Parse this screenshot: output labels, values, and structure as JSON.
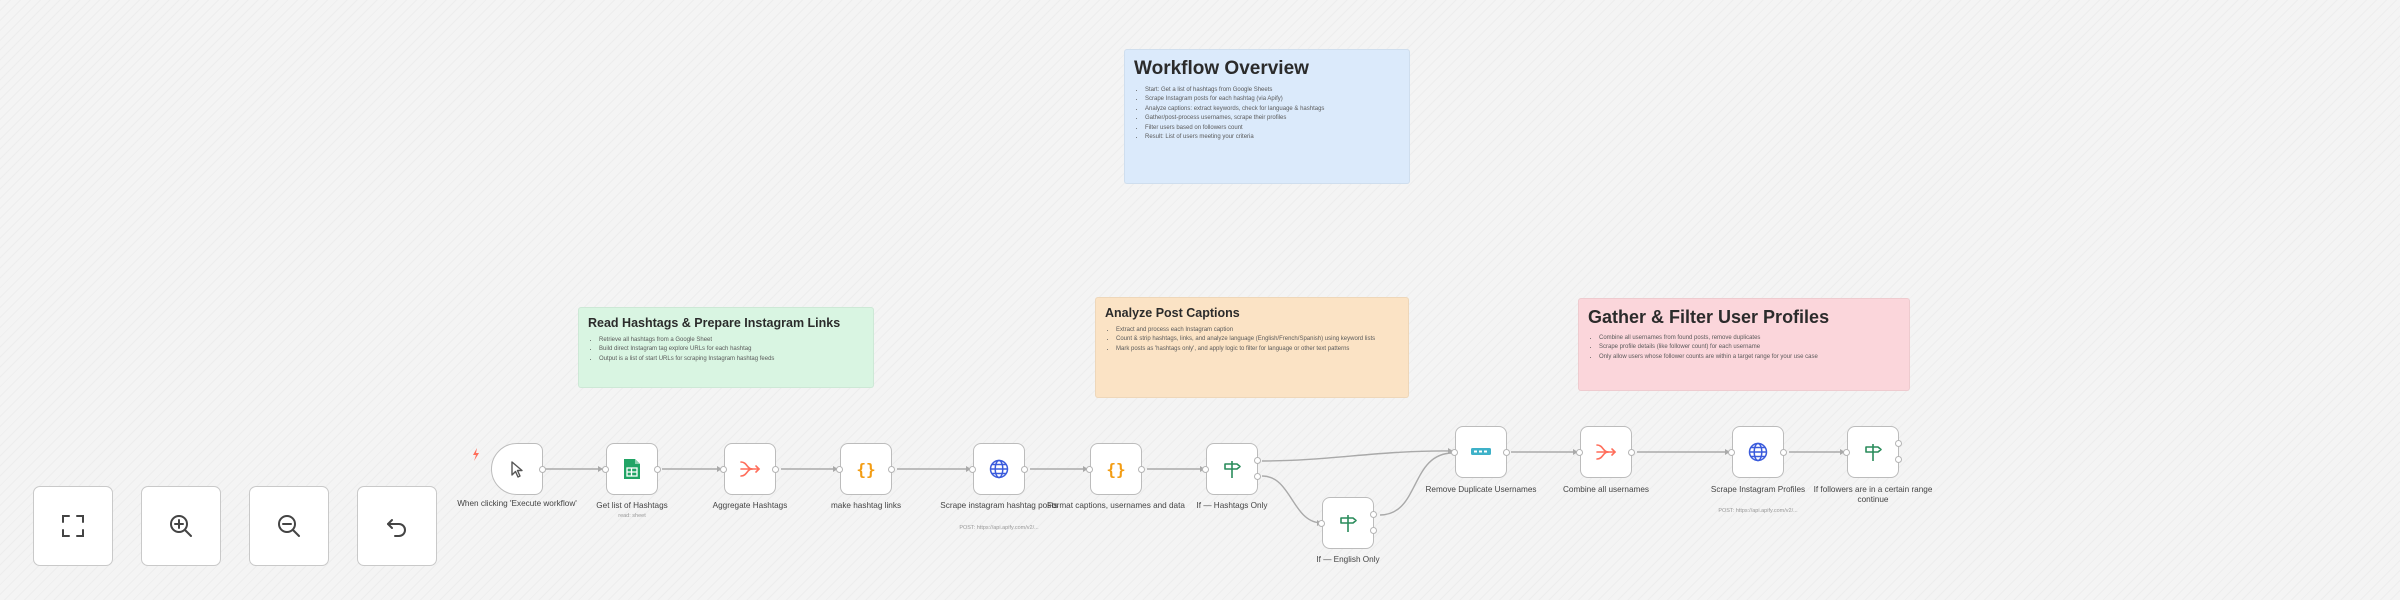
{
  "overview": {
    "title": "Workflow Overview",
    "bullets": [
      "Start: Get a list of hashtags from Google Sheets",
      "Scrape Instagram posts for each hashtag (via Apify)",
      "Analyze captions: extract keywords, check for language & hashtags",
      "Gather/post-process usernames, scrape their profiles",
      "Filter users based on followers count",
      "Result: List of users meeting your criteria"
    ]
  },
  "sticky_read": {
    "title": "Read Hashtags & Prepare Instagram Links",
    "bullets": [
      "Retrieve all hashtags from a Google Sheet",
      "Build direct Instagram tag explore URLs for each hashtag",
      "Output is a list of start URLs for scraping Instagram hashtag feeds"
    ]
  },
  "sticky_analyze": {
    "title": "Analyze Post Captions",
    "bullets": [
      "Extract and process each Instagram caption",
      "Count & strip hashtags, links, and analyze language (English/French/Spanish) using keyword lists",
      "Mark posts as 'hashtags only', and apply logic to filter for language or other text patterns"
    ]
  },
  "sticky_gather": {
    "title": "Gather & Filter User Profiles",
    "bullets": [
      "Combine all usernames from found posts, remove duplicates",
      "Scrape profile details (like follower count) for each username",
      "Only allow users whose follower counts are within a target range for your use case"
    ]
  },
  "nodes": {
    "trigger": {
      "label": "When clicking 'Execute workflow'",
      "icon": "cursor-icon"
    },
    "sheet": {
      "label": "Get list of Hashtags",
      "sub": "read: sheet",
      "icon": "google-sheets-icon"
    },
    "aggregate": {
      "label": "Aggregate Hashtags",
      "icon": "aggregate-icon"
    },
    "links": {
      "label": "make hashtag links",
      "icon": "code-braces-icon"
    },
    "scrape_posts": {
      "label": "Scrape instagram hashtag posts",
      "sub": "POST: https://api.apify.com/v2/...",
      "icon": "globe-icon"
    },
    "format": {
      "label": "Format captions, usernames and data",
      "icon": "code-braces-icon"
    },
    "if_hashtag": {
      "label": "If — Hashtags Only",
      "icon": "signpost-icon"
    },
    "if_english": {
      "label": "If — English Only",
      "icon": "signpost-icon"
    },
    "dedupe": {
      "label": "Remove Duplicate Usernames",
      "icon": "remove-duplicates-icon"
    },
    "combine": {
      "label": "Combine all usernames",
      "icon": "aggregate-icon"
    },
    "scrape_profiles": {
      "label": "Scrape Instagram Profiles",
      "sub": "POST: https://api.apify.com/v2/...",
      "icon": "globe-icon"
    },
    "if_followers": {
      "label": "If followers are in a certain range continue",
      "icon": "signpost-icon"
    }
  },
  "controls": {
    "fit": "fit-view-icon",
    "zoom_in": "zoom-in-icon",
    "zoom_out": "zoom-out-icon",
    "reset": "undo-icon"
  },
  "colors": {
    "sheets_green": "#21a465",
    "aggregate_red": "#ff6d5a",
    "code_orange": "#f39c12",
    "globe_blue": "#3a5bdc",
    "if_green": "#2a8c5b",
    "dedupe_teal": "#3eb1c8"
  }
}
